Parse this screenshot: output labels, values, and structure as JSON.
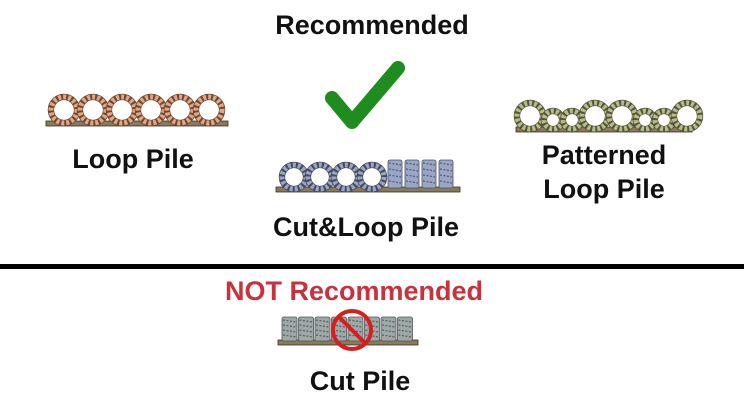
{
  "recommended": {
    "heading": "Recommended",
    "check_color": "#1e8c1e",
    "items": [
      {
        "label": "Loop Pile",
        "pile": "loop",
        "tuft_color": "#e8a57e"
      },
      {
        "label": "Cut&Loop Pile",
        "pile": "cut-and-loop",
        "tuft_color": "#9aa6c8"
      },
      {
        "label": "Patterned\nLoop Pile",
        "pile": "patterned-loop",
        "tuft_color": "#b9bd86"
      }
    ]
  },
  "not_recommended": {
    "heading": "NOT Recommended",
    "heading_color": "#c8323c",
    "prohibition_color": "#d61e1e",
    "items": [
      {
        "label": "Cut Pile",
        "pile": "cut",
        "tuft_color": "#9fa8a8"
      }
    ]
  },
  "backing_color": "#8a7a5c"
}
